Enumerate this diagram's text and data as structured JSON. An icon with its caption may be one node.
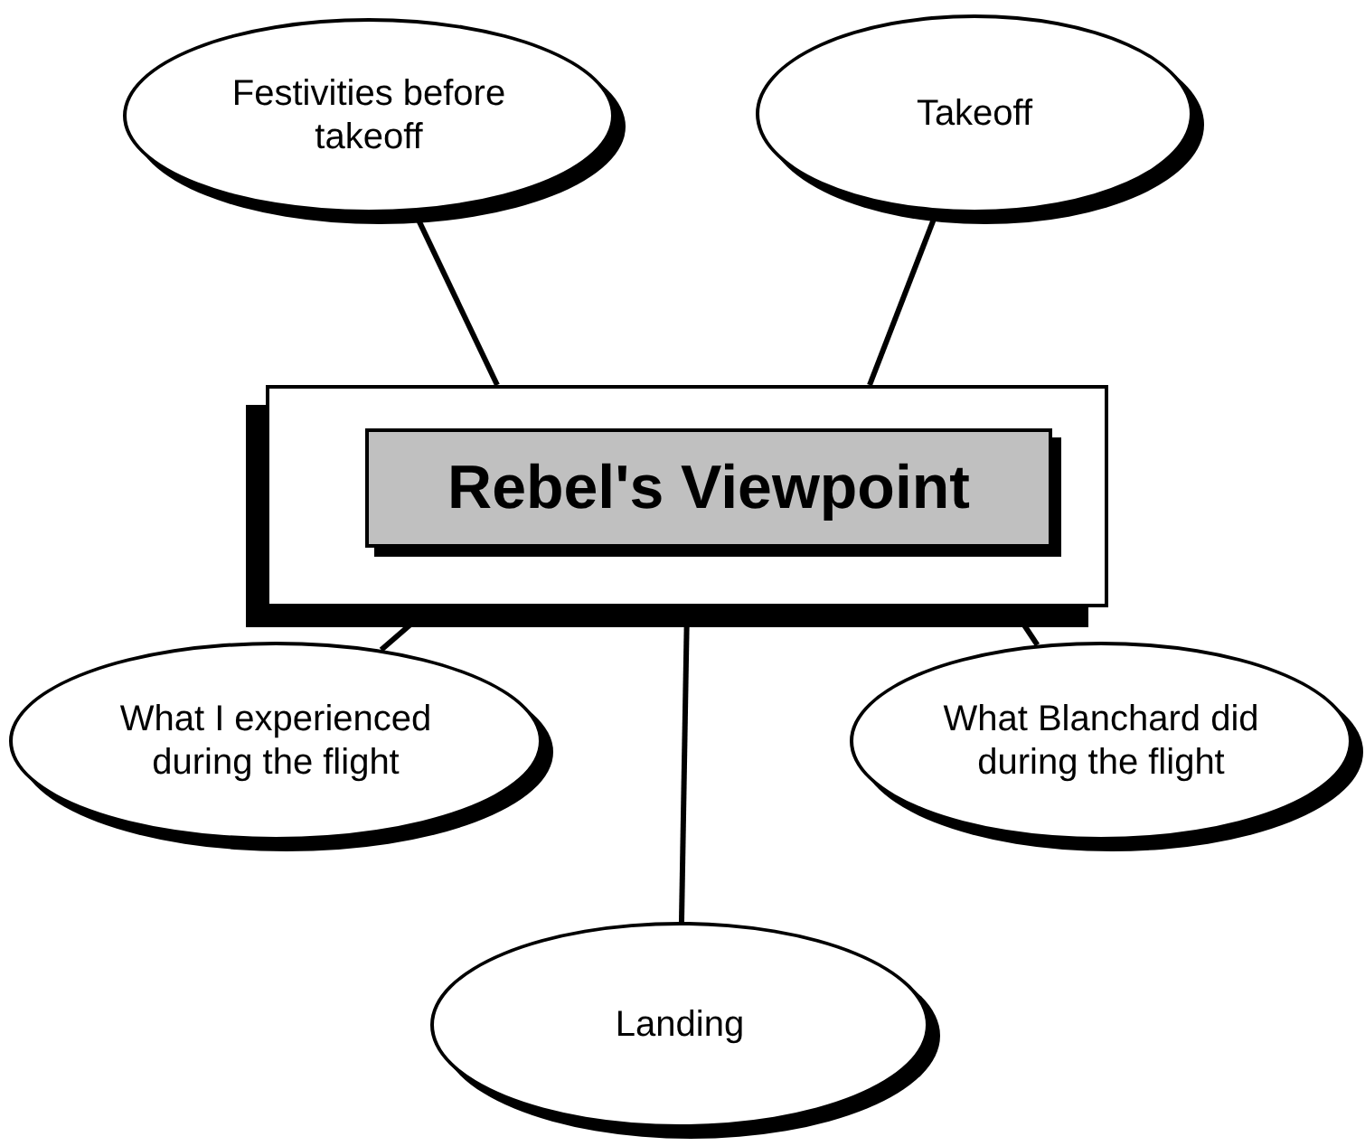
{
  "diagram": {
    "nodes": [
      {
        "text": [
          "Festivities before takeoff"
        ]
      },
      {
        "text": [
          "Takeoff"
        ]
      },
      {
        "text": [],
        "shape": "box"
      },
      {
        "text": [
          "Rebel's Viewpoint"
        ],
        "in": 2
      },
      {
        "text": [
          "What I experienced during the flight"
        ]
      },
      {
        "text": [
          "What Blanchard did during the flight"
        ]
      },
      {
        "text": [
          "Landing"
        ]
      }
    ],
    "edges": [
      {
        "from": 2,
        "to": 0,
        "arrow": "none"
      },
      {
        "from": 2,
        "to": 1,
        "arrow": "none"
      },
      {
        "from": 2,
        "to": 4,
        "arrow": "none"
      },
      {
        "from": 2,
        "to": 6,
        "arrow": "none"
      },
      {
        "from": 2,
        "to": 5,
        "arrow": "none"
      }
    ]
  }
}
